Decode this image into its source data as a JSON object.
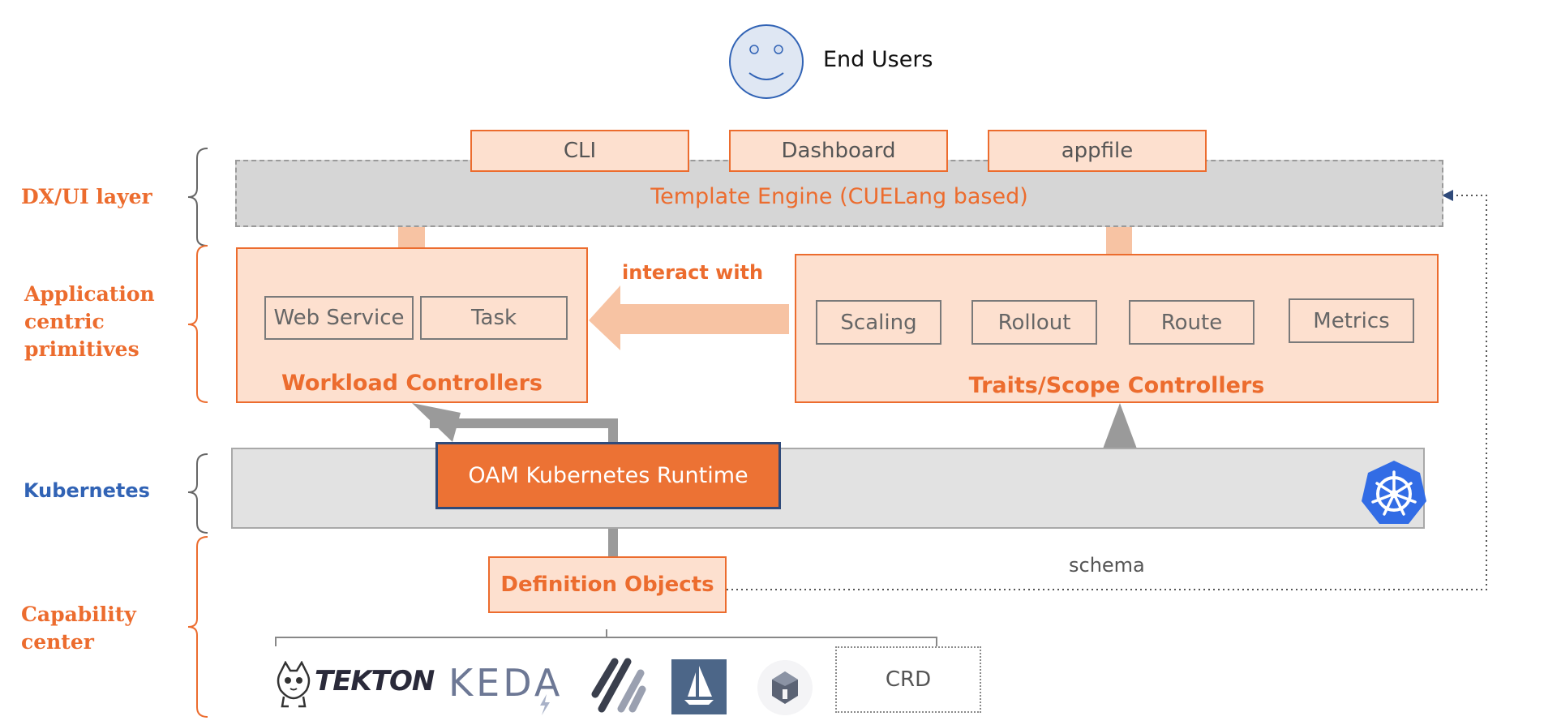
{
  "end_users": {
    "label": "End Users"
  },
  "layers": {
    "dx_ui": "DX/UI layer",
    "app_centric": "Application\ncentric\nprimitives",
    "kubernetes": "Kubernetes",
    "capability": "Capability\ncenter"
  },
  "dx_tools": [
    "CLI",
    "Dashboard",
    "appfile"
  ],
  "template_engine": {
    "label": "Template Engine (CUELang based)"
  },
  "workload_controllers": {
    "title": "Workload Controllers",
    "items": [
      "Web Service",
      "Task"
    ]
  },
  "interact_label": "interact with",
  "traits_controllers": {
    "title": "Traits/Scope Controllers",
    "items": [
      "Scaling",
      "Rollout",
      "Route",
      "Metrics"
    ]
  },
  "runtime": {
    "label": "OAM Kubernetes Runtime"
  },
  "definition_objects": {
    "label": "Definition Objects"
  },
  "schema_label": "schema",
  "capabilities": {
    "tekton": "TEKTON",
    "keda": "KEDA",
    "crd": "CRD"
  },
  "icons": [
    "smiley-face-icon",
    "kubernetes-logo-icon",
    "tekton-logo-icon",
    "keda-logo-icon",
    "crossplane-logo-icon",
    "sail-logo-icon",
    "owl-logo-icon"
  ],
  "colors": {
    "accent": "#ec6c2e",
    "fill": "#fde0cf",
    "runtime": "#ec7234",
    "k8s_blue": "#326ce5",
    "arrow_gray": "#9a9a9a"
  }
}
